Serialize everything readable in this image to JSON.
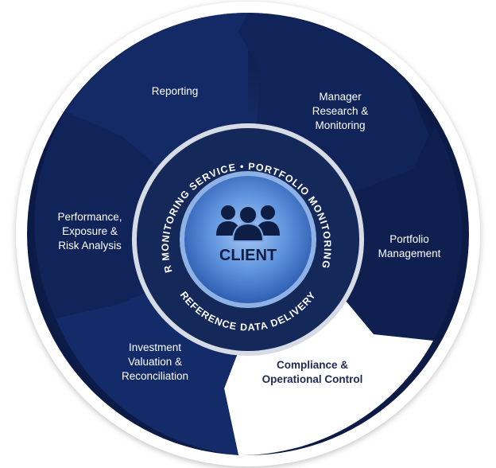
{
  "center": {
    "label": "CLIENT",
    "icon": "people-group-icon"
  },
  "ring": {
    "top_left": "MANAGER MONITORING SERVICE",
    "separator": "•",
    "top_right": "PORTFOLIO MONITORING SERVICE",
    "bottom": "REFERENCE DATA DELIVERY"
  },
  "segments": {
    "reporting": [
      "Reporting"
    ],
    "manager_research": [
      "Manager",
      "Research &",
      "Monitoring"
    ],
    "portfolio_management": [
      "Portfolio",
      "Management"
    ],
    "compliance": [
      "Compliance &",
      "Operational Control"
    ],
    "investment_valuation": [
      "Investment",
      "Valuation &",
      "Reconciliation"
    ],
    "performance": [
      "Performance,",
      "Exposure &",
      "Risk Analysis"
    ]
  },
  "colors": {
    "segment_dark": "#0f1f4e",
    "segment_mid": "#163072",
    "highlight_segment": "#ffffff",
    "ring": "#14285a",
    "center": "#4f86d4",
    "center_text": "#0e1d44"
  }
}
